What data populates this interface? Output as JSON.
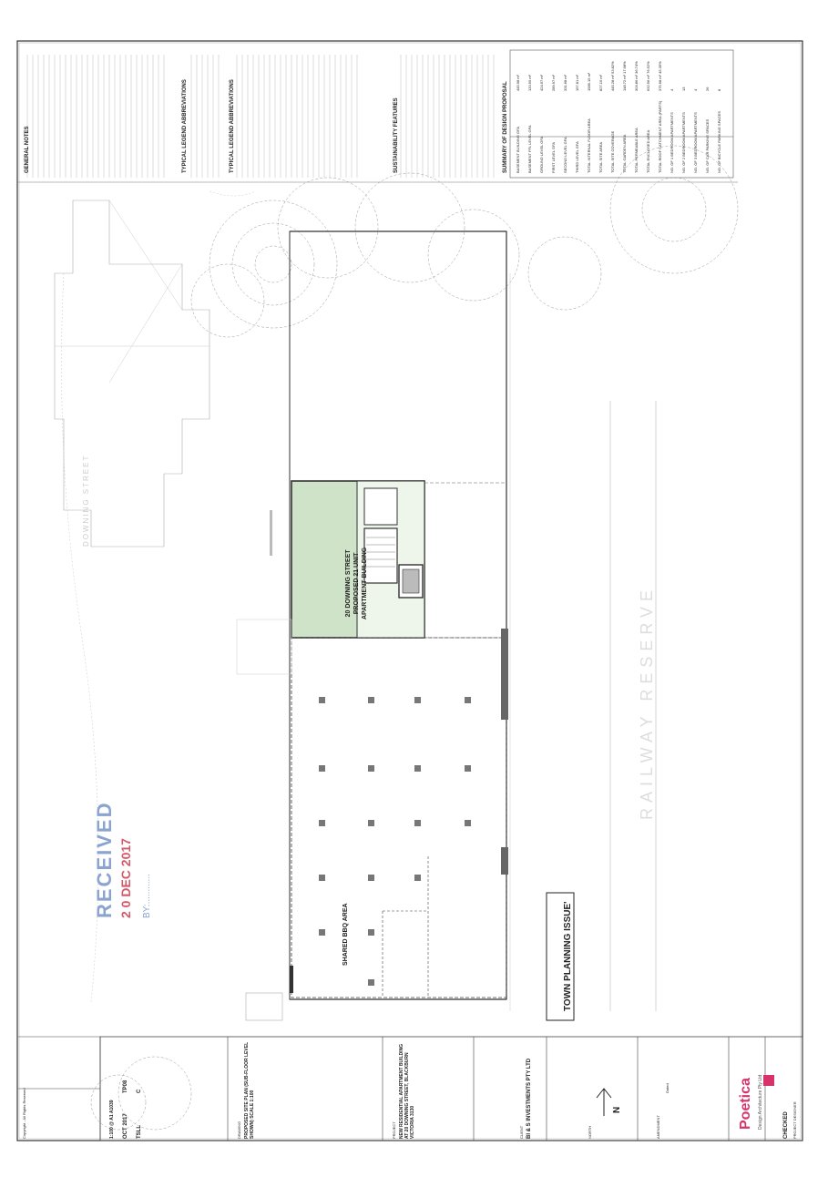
{
  "stamp": {
    "word": "RECEIVED",
    "date": "2 0 DEC 2017",
    "by": "BY:............"
  },
  "plan": {
    "building_label": [
      "20 DOWNING STREET",
      "PROPOSED 21 UNIT",
      "APARTMENT BUILDING"
    ],
    "shared_bbq": "SHARED BBQ AREA",
    "rail": "RAILWAY RESERVE",
    "town_planning": "TOWN PLANNING ISSUE'",
    "street_label": "DOWNING STREET",
    "dated": "Dated"
  },
  "notes": {
    "general_title": "GENERAL NOTES",
    "typical_legend": "TYPICAL LEGEND ABBREVIATIONS",
    "typical_legend2": "TYPICAL LEGEND ABBREVIATIONS",
    "sustainability": "SUSTAINABILITY FEATURES",
    "summary": "SUMMARY OF DESIGN PROPOSAL"
  },
  "summary_rows": [
    {
      "label": "BASEMENT BUILDING GFA",
      "value": "445.98 m²"
    },
    {
      "label": "BASEMENT FFL LEVEL GFA",
      "value": "120.55 m²"
    },
    {
      "label": "GROUND LEVEL GFA",
      "value": "424.97 m²"
    },
    {
      "label": "FIRST LEVEL GFA",
      "value": "289.97 m²"
    },
    {
      "label": "SECOND LEVEL GFA",
      "value": "331.68 m²"
    },
    {
      "label": "THIRD LEVEL GFA",
      "value": "157.81 m²"
    },
    {
      "label": "TOTAL INTERNAL FLOOR AREA",
      "value": "1589.15 m²"
    },
    {
      "label": "TOTAL SITE AREA",
      "value": "827.15 m²"
    },
    {
      "label": "TOTAL SITE COVERAGE",
      "value": "445.28 m²   53.82%"
    },
    {
      "label": "TOTAL GARDEN AREA",
      "value": "148.72 m²   17.98%"
    },
    {
      "label": "TOTAL PERMEABLE AREA",
      "value": "303.86 m²   36.74%"
    },
    {
      "label": "TOTAL ENCLOSED AREA",
      "value": "632.96 m²   76.52%"
    },
    {
      "label": "TOTAL ROOF CATCHMENT AREA (PARTS)",
      "value": "375.68 m²   45.35%"
    },
    {
      "label": "NO. OF 1 BEDROOM APARTMENTS",
      "value": "4"
    },
    {
      "label": "NO. OF 2 BEDROOM APARTMENTS",
      "value": "13"
    },
    {
      "label": "NO. OF 3 BEDROOM APARTMENTS",
      "value": "4"
    },
    {
      "label": "NO. OF CAR PARKING SPACES",
      "value": "26"
    },
    {
      "label": "NO. OF BICYCLE PARKING SPACES",
      "value": "8"
    }
  ],
  "title_block": {
    "company": "Poetica",
    "company_sub": "Design Architecture Pty Ltd",
    "client_label": "CLIENT",
    "client": "BI & S INVESTMENTS PTY LTD",
    "project_label": "PROJECT",
    "project": "NEW RESIDENTIAL APARTMENT BUILDING AT 20 DOWNING STREET, BLACKBURN VICTORIA 3130",
    "drawing_label": "DRAWING",
    "drawing": "PROPOSED SITE PLAN (SUB-FLOOR LEVEL SHOWN) SCALE 1:100",
    "north_label": "NORTH",
    "north": "N",
    "scale": "1:100 @ A1  A1039",
    "date": "OCT 2017",
    "drawing_no": "TP08",
    "drawn": "TSLL",
    "rev": "C",
    "checked": "CHECKED",
    "project_designer": "PROJECT DESIGNER",
    "amendment": "AMENDMENT",
    "copyright": "Copyright - All Rights Reserved"
  },
  "colors": {
    "line": "#555555",
    "dark": "#333333",
    "green": "#cfe3c8",
    "stamp": "#8aa4cf"
  }
}
